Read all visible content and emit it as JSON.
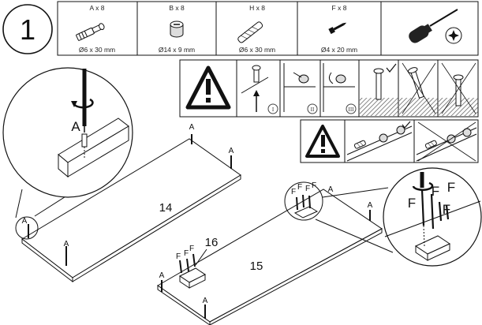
{
  "step": {
    "number": "1"
  },
  "parts": [
    {
      "name": "A x 8",
      "size": "Ø6 x 30 mm",
      "icon": "dowel-bolt-icon"
    },
    {
      "name": "B x 8",
      "size": "Ø14 x 9 mm",
      "icon": "cam-lock-icon"
    },
    {
      "name": "H x 8",
      "size": "Ø6 x 30 mm",
      "icon": "wooden-dowel-icon"
    },
    {
      "name": "F x 8",
      "size": "Ø4 x 20 mm",
      "icon": "screw-icon"
    }
  ],
  "tool": {
    "icon": "phillips-screwdriver-icon"
  },
  "roman_steps": [
    "I",
    "II",
    "III"
  ],
  "labels": {
    "a": "A",
    "f": "F",
    "panel_14": "14",
    "panel_15": "15",
    "part_16": "16"
  }
}
